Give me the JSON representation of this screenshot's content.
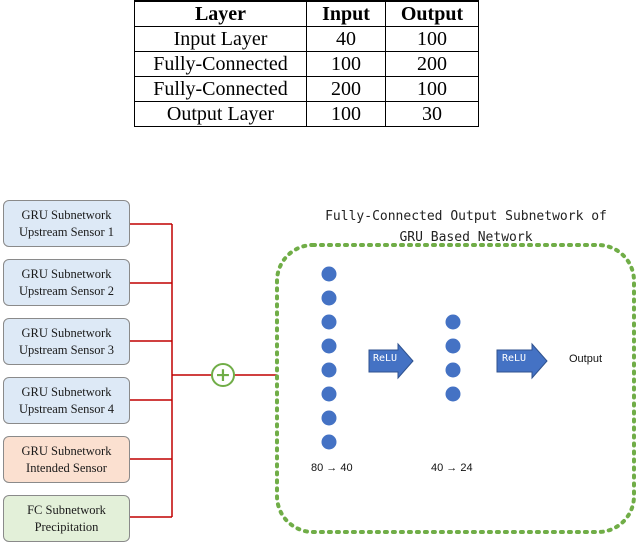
{
  "table": {
    "headers": [
      "Layer",
      "Input",
      "Output"
    ],
    "rows": [
      [
        "Input Layer",
        "40",
        "100"
      ],
      [
        "Fully-Connected",
        "100",
        "200"
      ],
      [
        "Fully-Connected",
        "200",
        "100"
      ],
      [
        "Output Layer",
        "100",
        "30"
      ]
    ]
  },
  "diagram": {
    "boxes": [
      {
        "line1": "GRU Subnetwork",
        "line2": "Upstream Sensor 1",
        "kind": "gru"
      },
      {
        "line1": "GRU Subnetwork",
        "line2": "Upstream Sensor 2",
        "kind": "gru"
      },
      {
        "line1": "GRU Subnetwork",
        "line2": "Upstream Sensor 3",
        "kind": "gru"
      },
      {
        "line1": "GRU Subnetwork",
        "line2": "Upstream Sensor 4",
        "kind": "gru"
      },
      {
        "line1": "GRU Subnetwork",
        "line2": "Intended Sensor",
        "kind": "int"
      },
      {
        "line1": "FC Subnetwork",
        "line2": "Precipitation",
        "kind": "fc"
      }
    ],
    "plus_symbol": "+",
    "fc_title_line1": "Fully-Connected Output Subnetwork of",
    "fc_title_line2": "GRU Based Network",
    "relu_label_1": "ReLU",
    "relu_label_2": "ReLU",
    "output_label": "Output",
    "layer1_dims": "80 → 40",
    "layer2_dims": "40 → 24",
    "colors": {
      "connector_red": "#c00000",
      "plus_green": "#70ad47",
      "dashed_green": "#70ad47",
      "node_blue": "#4472c4",
      "arrow_blue": "#4472c4"
    }
  }
}
